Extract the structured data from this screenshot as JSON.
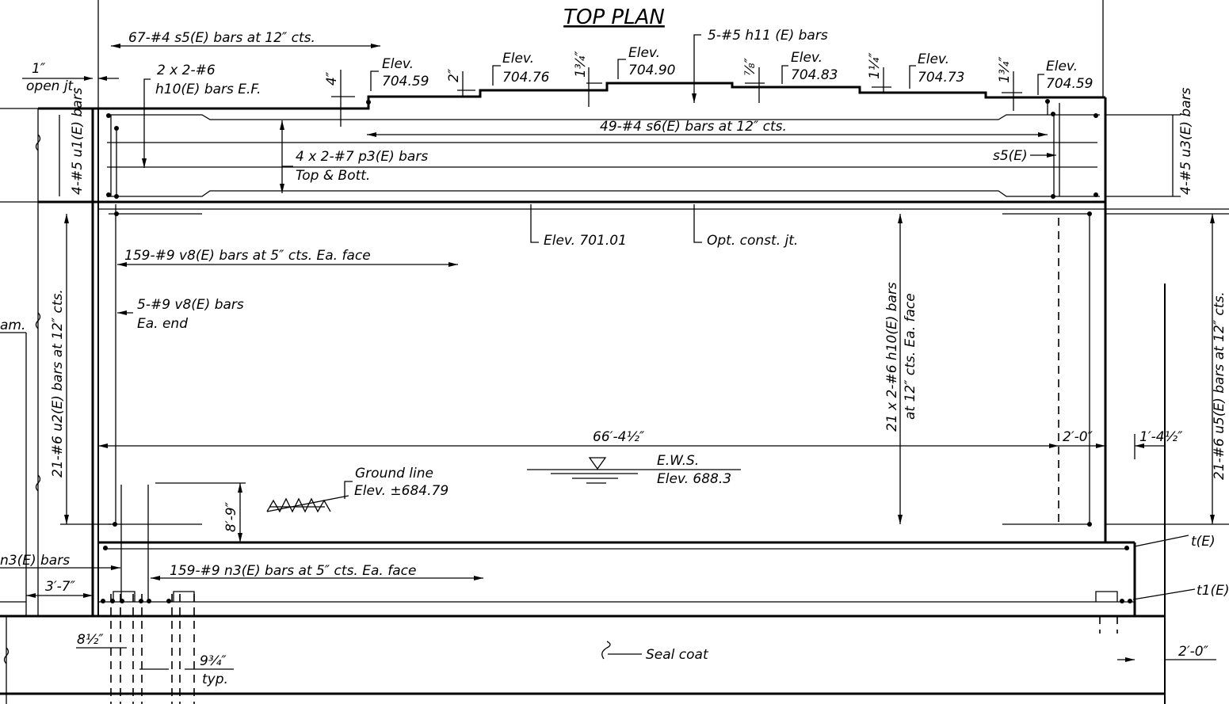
{
  "title": "TOP PLAN",
  "notes": {
    "s5_top": "67-#4 s5(E) bars at 12″ cts.",
    "open_jt_dim": "1″",
    "open_jt": "open jt.",
    "h10_ef_1": "2 x 2-#6",
    "h10_ef_2": "h10(E) bars E.F.",
    "h11": "5-#5 h11 (E) bars",
    "s6": "49-#4 s6(E) bars at 12″ cts.",
    "p3_1": "4 x 2-#7 p3(E) bars",
    "p3_2": "Top & Bott.",
    "s5_right": "s5(E)",
    "u1": "4-#5 u1(E) bars",
    "u3": "4-#5 u3(E) bars",
    "elev_bottom": "Elev. 701.01",
    "opt_jt": "Opt. const. jt.",
    "v8_face": "159-#9 v8(E) bars at 5″ cts. Ea. face",
    "v8_end_1": "5-#9 v8(E) bars",
    "v8_end_2": "Ea. end",
    "h10_21_1": "21 x 2-#6 h10(E) bars",
    "h10_21_2": "at 12″ cts. Ea. face",
    "u2": "21-#6 u2(E) bars at 12″ cts.",
    "u5": "21-#6 u5(E) bars at 12″ cts.",
    "diam_frag": "am.",
    "ground_1": "Ground line",
    "ground_2": "Elev. ±684.79",
    "ews_1": "E.W.S.",
    "ews_2": "Elev. 688.3",
    "n3_left_1": "n3(E) bars",
    "n3_face": "159-#9 n3(E) bars at 5″ cts. Ea. face",
    "t": "t(E)",
    "t1": "t1(E)",
    "seal": "Seal coat",
    "typ": "typ."
  },
  "elevations": [
    {
      "label": "Elev.",
      "value": "704.59"
    },
    {
      "label": "Elev.",
      "value": "704.76"
    },
    {
      "label": "Elev.",
      "value": "704.90"
    },
    {
      "label": "Elev.",
      "value": "704.83"
    },
    {
      "label": "Elev.",
      "value": "704.73"
    },
    {
      "label": "Elev.",
      "value": "704.59"
    }
  ],
  "step_dims": [
    "4″",
    "2″",
    "1¾″",
    "⅞″",
    "1¼″",
    "1¾″"
  ],
  "dims": {
    "length": "66′-4½″",
    "right_2ft": "2′-0″",
    "right_1ft": "1′-4½″",
    "height": "8′-9″",
    "left_3ft": "3′-7″",
    "left_8": "8½″",
    "typ_9": "9¾″",
    "seal_2ft": "2′-0″"
  }
}
